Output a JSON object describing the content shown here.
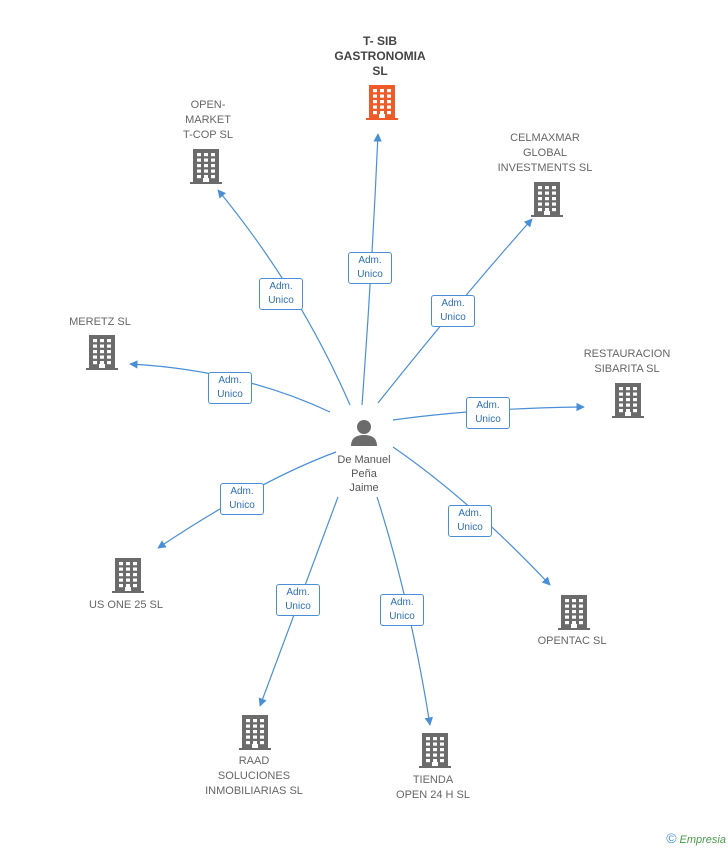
{
  "center": {
    "name": "De Manuel\nPeña\nJaime",
    "icon": "person-icon"
  },
  "colors": {
    "edge": "#4a8fd6",
    "building": "#6b6b6b",
    "main_building": "#f05a28"
  },
  "companies": [
    {
      "id": "tsib",
      "name": "T- SIB\nGASTRONOMIA\nSL",
      "main": true,
      "relation": "Adm.\nUnico"
    },
    {
      "id": "openmarket",
      "name": "OPEN-\nMARKET\nT-COP SL",
      "main": false,
      "relation": "Adm.\nUnico"
    },
    {
      "id": "celmaxmar",
      "name": "CELMAXMAR\nGLOBAL\nINVESTMENTS SL",
      "main": false,
      "relation": "Adm.\nUnico"
    },
    {
      "id": "meretz",
      "name": "MERETZ SL",
      "main": false,
      "relation": "Adm.\nUnico"
    },
    {
      "id": "restauracion",
      "name": "RESTAURACION\nSIBARITA SL",
      "main": false,
      "relation": "Adm.\nUnico"
    },
    {
      "id": "usone",
      "name": "US ONE 25 SL",
      "main": false,
      "relation": "Adm.\nUnico"
    },
    {
      "id": "opentac",
      "name": "OPENTAC SL",
      "main": false,
      "relation": "Adm.\nUnico"
    },
    {
      "id": "raad",
      "name": "RAAD\nSOLUCIONES\nINMOBILIARIAS SL",
      "main": false,
      "relation": "Adm.\nUnico"
    },
    {
      "id": "tienda",
      "name": "TIENDA\nOPEN 24 H SL",
      "main": false,
      "relation": "Adm.\nUnico"
    }
  ],
  "footer": {
    "copyright": "©",
    "brand": "Empresia"
  }
}
